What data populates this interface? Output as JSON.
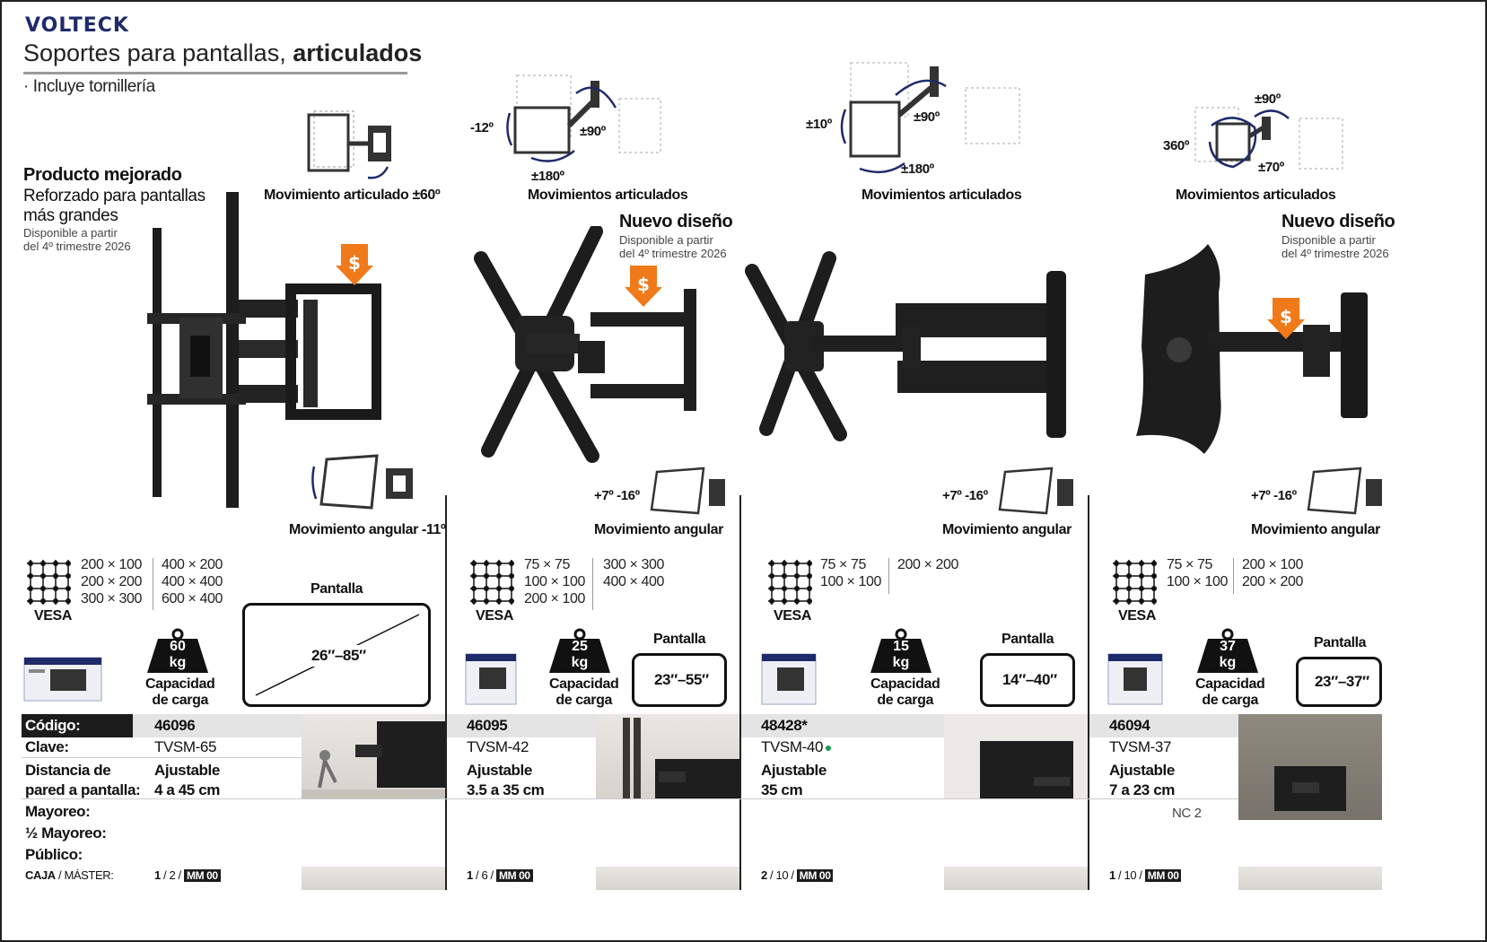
{
  "header": {
    "brand": "VOLTECK",
    "title_regular": "Soportes para pantallas,",
    "title_bold": "articulados",
    "bullet": "· Incluye tornillería"
  },
  "colors": {
    "brand": "#1f2a6b",
    "price_arrow": "#f07a1a",
    "accent_arrow": "#1f2a6b",
    "in_stock_dot": "#1a9a4a"
  },
  "products": [
    {
      "badge_title": "Producto mejorado",
      "badge_line1": "Reforzado para pantallas",
      "badge_line2": "más grandes",
      "availability1": "Disponible a partir",
      "availability2": "del 4º trimestre 2026",
      "top_caption": "Movimiento articulado ±60º",
      "angular_caption": "Movimiento angular -11º",
      "vesa_col1": [
        "200 × 100",
        "200 × 200",
        "300 × 300"
      ],
      "vesa_col2": [
        "400 × 200",
        "400 × 400",
        "600 × 400"
      ],
      "vesa_label": "VESA",
      "weight_value": "60",
      "weight_unit": "kg",
      "capacity_line1": "Capacidad",
      "capacity_line2": "de carga",
      "screen_label": "Pantalla",
      "screen_size": "26″–85″",
      "code": "46096",
      "clave": "TVSM-65",
      "distance_line1": "Ajustable",
      "distance_line2": "4 a 45 cm",
      "pack_a": "1",
      "pack_b": "2",
      "mm": "MM 00"
    },
    {
      "top_caption": "Movimientos articulados",
      "deg_a": "-12º",
      "deg_b": "±90º",
      "deg_c": "±180º",
      "badge_title": "Nuevo diseño",
      "availability1": "Disponible a partir",
      "availability2": "del 4º trimestre 2026",
      "tilt": "+7º -16º",
      "angular_caption": "Movimiento angular",
      "vesa_col1": [
        "75 × 75",
        "100 × 100",
        "200 × 100"
      ],
      "vesa_col2": [
        "300 × 300",
        "400 × 400"
      ],
      "vesa_label": "VESA",
      "weight_value": "25",
      "weight_unit": "kg",
      "capacity_line1": "Capacidad",
      "capacity_line2": "de carga",
      "screen_label": "Pantalla",
      "screen_size": "23″–55″",
      "code": "46095",
      "clave": "TVSM-42",
      "distance_line1": "Ajustable",
      "distance_line2": "3.5 a 35 cm",
      "pack_a": "1",
      "pack_b": "6",
      "mm": "MM 00"
    },
    {
      "top_caption": "Movimientos articulados",
      "deg_a": "±10º",
      "deg_b": "±90º",
      "deg_c": "±180º",
      "tilt": "+7º -16º",
      "angular_caption": "Movimiento angular",
      "vesa_col1": [
        "75 × 75",
        "100 × 100"
      ],
      "vesa_col2": [
        "200 × 200"
      ],
      "vesa_label": "VESA",
      "weight_value": "15",
      "weight_unit": "kg",
      "capacity_line1": "Capacidad",
      "capacity_line2": "de carga",
      "screen_label": "Pantalla",
      "screen_size": "14″–40″",
      "code": "48428*",
      "clave": "TVSM-40",
      "distance_line1": "Ajustable",
      "distance_line2": "35 cm",
      "pack_a": "2",
      "pack_b": "10",
      "mm": "MM 00"
    },
    {
      "top_caption": "Movimientos articulados",
      "deg_a": "±90º",
      "deg_b": "360º",
      "deg_c": "±70º",
      "badge_title": "Nuevo diseño",
      "availability1": "Disponible a partir",
      "availability2": "del 4º trimestre 2026",
      "tilt": "+7º -16º",
      "angular_caption": "Movimiento angular",
      "vesa_col1": [
        "75 × 75",
        "100 × 100"
      ],
      "vesa_col2": [
        "200 × 100",
        "200 × 200"
      ],
      "vesa_label": "VESA",
      "weight_value": "37",
      "weight_unit": "kg",
      "capacity_line1": "Capacidad",
      "capacity_line2": "de carga",
      "screen_label": "Pantalla",
      "screen_size": "23″–37″",
      "code": "46094",
      "clave": "TVSM-37",
      "distance_line1": "Ajustable",
      "distance_line2": "7 a 23 cm",
      "nc": "NC 2",
      "pack_a": "1",
      "pack_b": "10",
      "mm": "MM 00"
    }
  ],
  "table_labels": {
    "code": "Código:",
    "clave": "Clave:",
    "distance1": "Distancia de",
    "distance2": "pared a pantalla:",
    "mayoreo": "Mayoreo:",
    "half_mayoreo": "½ Mayoreo:",
    "publico": "Público:",
    "caja": "CAJA",
    "master": "MÁSTER:"
  }
}
